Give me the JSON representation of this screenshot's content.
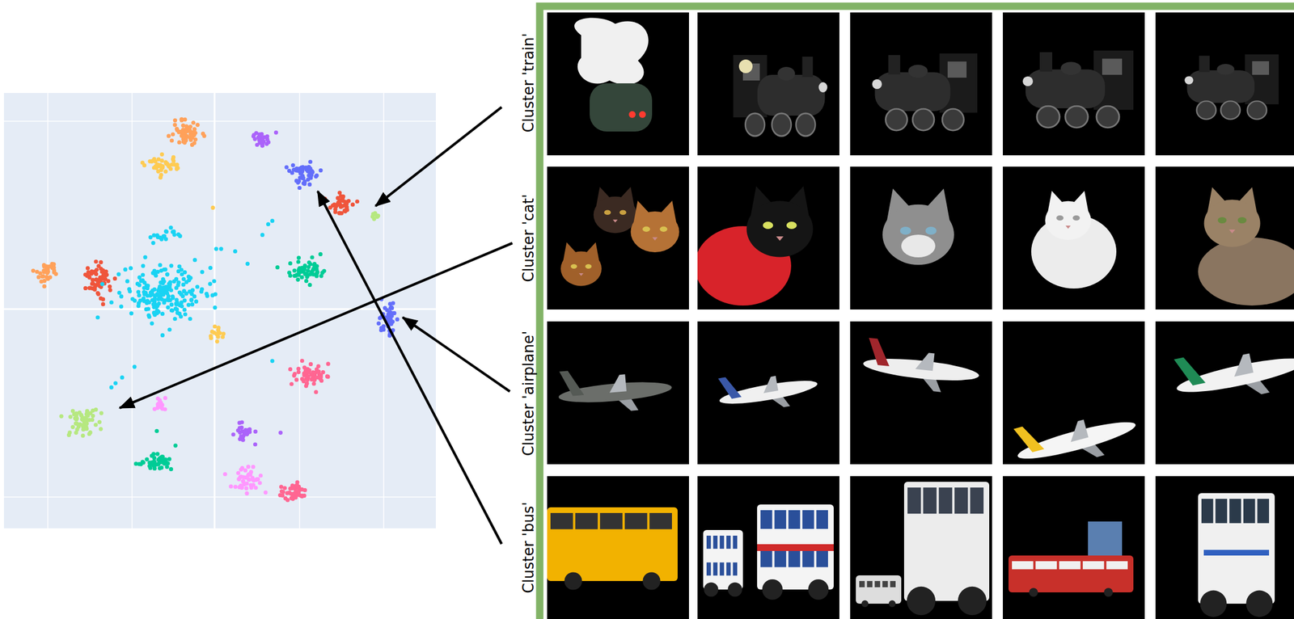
{
  "diagram": {
    "labels": [
      "Cluster 'train'",
      "Cluster 'cat'",
      "Cluster 'airplane'",
      "Cluster 'bus'"
    ]
  }
}
